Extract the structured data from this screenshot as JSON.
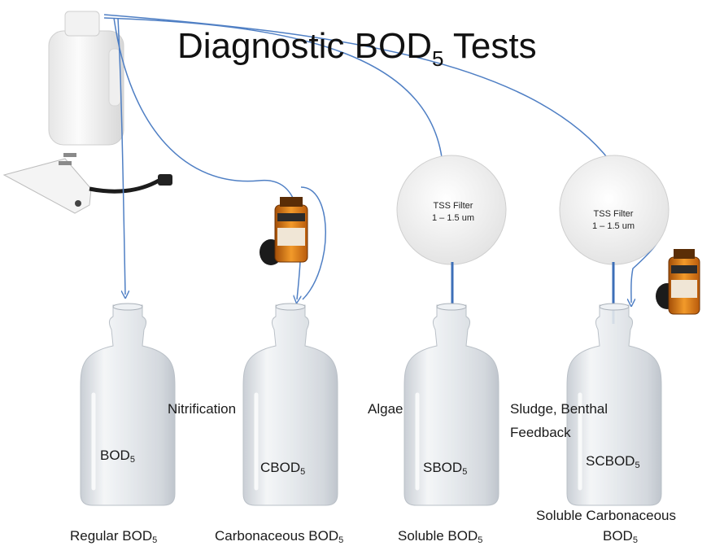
{
  "title": {
    "main": "Diagnostic BOD",
    "subscript": "5",
    "rest": " Tests"
  },
  "annotations": {
    "nitrification": "Nitrification",
    "algae": "Algae",
    "sludge_line1": "Sludge, Benthal",
    "sludge_line2": "Feedback"
  },
  "filters": [
    {
      "line1": "TSS Filter",
      "line2": "1 – 1.5 um"
    },
    {
      "line1": "TSS Filter",
      "line2": "1 – 1.5 um"
    }
  ],
  "bottles": [
    {
      "code": "BOD",
      "desc_line1": "Regular BOD",
      "desc_line2": ""
    },
    {
      "code": "CBOD",
      "desc_line1": "Carbonaceous BOD",
      "desc_line2": ""
    },
    {
      "code": "SBOD",
      "desc_line1": "Soluble BOD",
      "desc_line2": ""
    },
    {
      "code": "SCBOD",
      "desc_line1": "Soluble Carbonaceous",
      "desc_line2": "BOD"
    }
  ],
  "subscript": "5",
  "colors": {
    "arrow": "#4f7fc4",
    "glass": "#d8dde3",
    "filter": "#f3f3f3",
    "reagent": "#e07a16"
  }
}
